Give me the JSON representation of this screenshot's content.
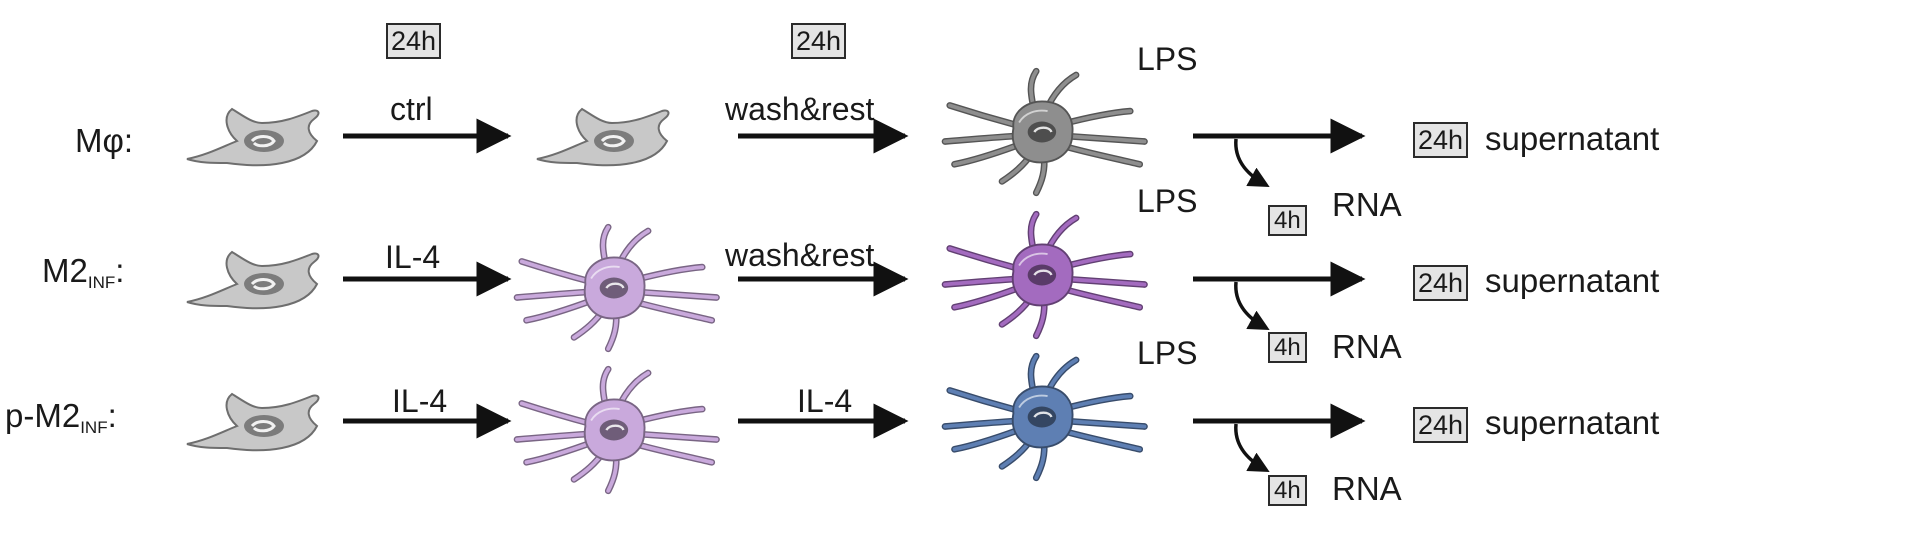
{
  "header_durations": [
    "24h",
    "24h"
  ],
  "rows": [
    {
      "label": "Mφ",
      "label_sub": "",
      "label_suffix": ":",
      "step1": "ctrl",
      "step2": "wash&rest",
      "stimulus": "LPS",
      "supernatant_time": "24h",
      "supernatant_label": "supernatant",
      "rna_time": "4h",
      "rna_label": "RNA",
      "cell_colors": {
        "stage1": "#c8c8c8",
        "stage2": "#c8c8c8",
        "stage3": "#8e8e8e"
      }
    },
    {
      "label": "M2",
      "label_sub": "INF",
      "label_suffix": ":",
      "step1": "IL-4",
      "step2": "wash&rest",
      "stimulus": "LPS",
      "supernatant_time": "24h",
      "supernatant_label": "supernatant",
      "rna_time": "4h",
      "rna_label": "RNA",
      "cell_colors": {
        "stage1": "#c8c8c8",
        "stage2": "#c9a9dc",
        "stage3": "#a36bbf"
      }
    },
    {
      "label": "p-M2",
      "label_sub": "INF",
      "label_suffix": ":",
      "step1": "IL-4",
      "step2": "IL-4",
      "stimulus": "LPS",
      "supernatant_time": "24h",
      "supernatant_label": "supernatant",
      "rna_time": "4h",
      "rna_label": "RNA",
      "cell_colors": {
        "stage1": "#c8c8c8",
        "stage2": "#c9a9dc",
        "stage3": "#5e7fb3"
      }
    }
  ],
  "colors": {
    "arrow": "#111111",
    "box_fill": "#e4e4e4"
  }
}
